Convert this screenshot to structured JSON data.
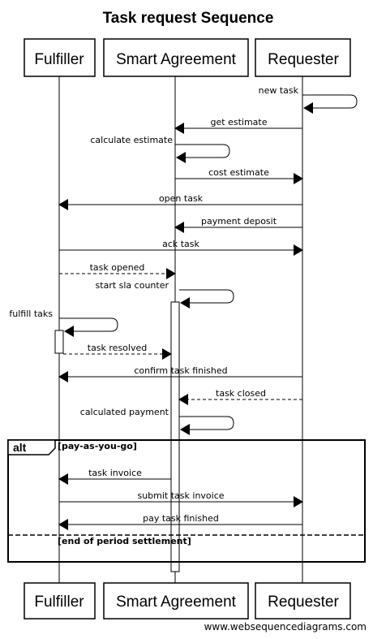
{
  "title": "Task request Sequence",
  "actors": [
    {
      "id": "fulfiller",
      "label": "Fulfiller"
    },
    {
      "id": "smart",
      "label": "Smart Agreement"
    },
    {
      "id": "requester",
      "label": "Requester"
    }
  ],
  "messages": [
    {
      "from": "requester",
      "to": "requester",
      "label": "new task",
      "style": "solid"
    },
    {
      "from": "requester",
      "to": "smart",
      "label": "get estimate",
      "style": "solid"
    },
    {
      "from": "smart",
      "to": "smart",
      "label": "calculate estimate",
      "style": "solid"
    },
    {
      "from": "smart",
      "to": "requester",
      "label": "cost estimate",
      "style": "solid"
    },
    {
      "from": "requester",
      "to": "fulfiller",
      "label": "open task",
      "style": "solid"
    },
    {
      "from": "requester",
      "to": "smart",
      "label": "payment deposit",
      "style": "solid"
    },
    {
      "from": "fulfiller",
      "to": "requester",
      "label": "ack task",
      "style": "solid"
    },
    {
      "from": "fulfiller",
      "to": "smart",
      "label": "task opened",
      "style": "dashed"
    },
    {
      "from": "smart",
      "to": "smart",
      "label": "start sla counter",
      "style": "solid"
    },
    {
      "from": "fulfiller",
      "to": "fulfiller",
      "label": "fulfill taks",
      "style": "solid"
    },
    {
      "from": "fulfiller",
      "to": "smart",
      "label": "task resolved",
      "style": "dashed"
    },
    {
      "from": "requester",
      "to": "fulfiller",
      "label": "confirm task finished",
      "style": "solid"
    },
    {
      "from": "requester",
      "to": "smart",
      "label": "task closed",
      "style": "dashed"
    },
    {
      "from": "smart",
      "to": "smart",
      "label": "calculated payment",
      "style": "solid"
    },
    {
      "from": "smart",
      "to": "fulfiller",
      "label": "task invoice",
      "style": "solid"
    },
    {
      "from": "fulfiller",
      "to": "requester",
      "label": "submit task invoice",
      "style": "solid"
    },
    {
      "from": "requester",
      "to": "fulfiller",
      "label": "pay task finished",
      "style": "solid"
    }
  ],
  "alt_frame": {
    "keyword": "alt",
    "condition": "[pay-as-you-go]",
    "else_condition": "[end of period settlement]"
  },
  "footer": "www.websequencediagrams.com"
}
